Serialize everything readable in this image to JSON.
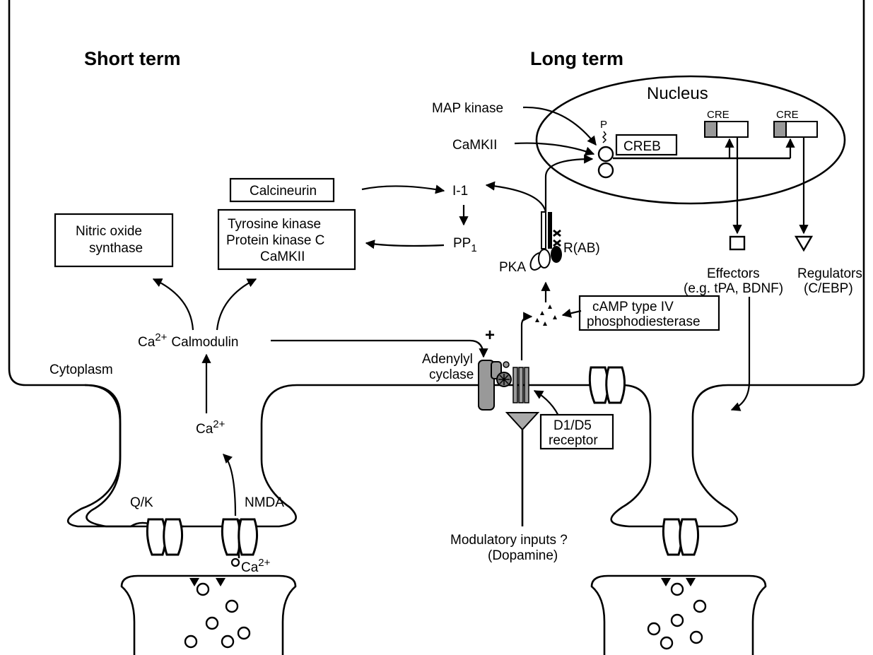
{
  "headings": {
    "short_term": "Short term",
    "long_term": "Long term"
  },
  "labels": {
    "nucleus": "Nucleus",
    "map_kinase": "MAP kinase",
    "camkii": "CaMKII",
    "creb": "CREB",
    "p": "P",
    "cre_1": "CRE",
    "cre_2": "CRE",
    "calcineurin": "Calcineurin",
    "i1": "I-1",
    "pp1": "PP",
    "pp1_sub": "1",
    "nos_line1": "Nitric oxide",
    "nos_line2": "synthase",
    "kinases_line1": "Tyrosine kinase",
    "kinases_line2": "Protein kinase C",
    "kinases_line3": "CaMKII",
    "pka": "PKA",
    "rab": "R(AB)",
    "effectors_line1": "Effectors",
    "effectors_line2": "(e.g. tPA, BDNF)",
    "regulators_line1": "Regulators",
    "regulators_line2": "(C/EBP)",
    "camp_line1": "cAMP type IV",
    "camp_line2": "phosphodiesterase",
    "ca_calmodulin_ca": "Ca",
    "ca_calmodulin_sup": "2+",
    "ca_calmodulin_name": "Calmodulin",
    "plus": "+",
    "cytoplasm": "Cytoplasm",
    "adenylyl_line1": "Adenylyl",
    "adenylyl_line2": "cyclase",
    "d1d5_line1": "D1/D5",
    "d1d5_line2": "receptor",
    "ca2_mid": "Ca",
    "ca2_mid_sup": "2+",
    "qk": "Q/K",
    "nmda": "NMDA",
    "ca2_low": "Ca",
    "ca2_low_sup": "2+",
    "modulatory_line1": "Modulatory inputs ?",
    "modulatory_line2": "(Dopamine)"
  }
}
